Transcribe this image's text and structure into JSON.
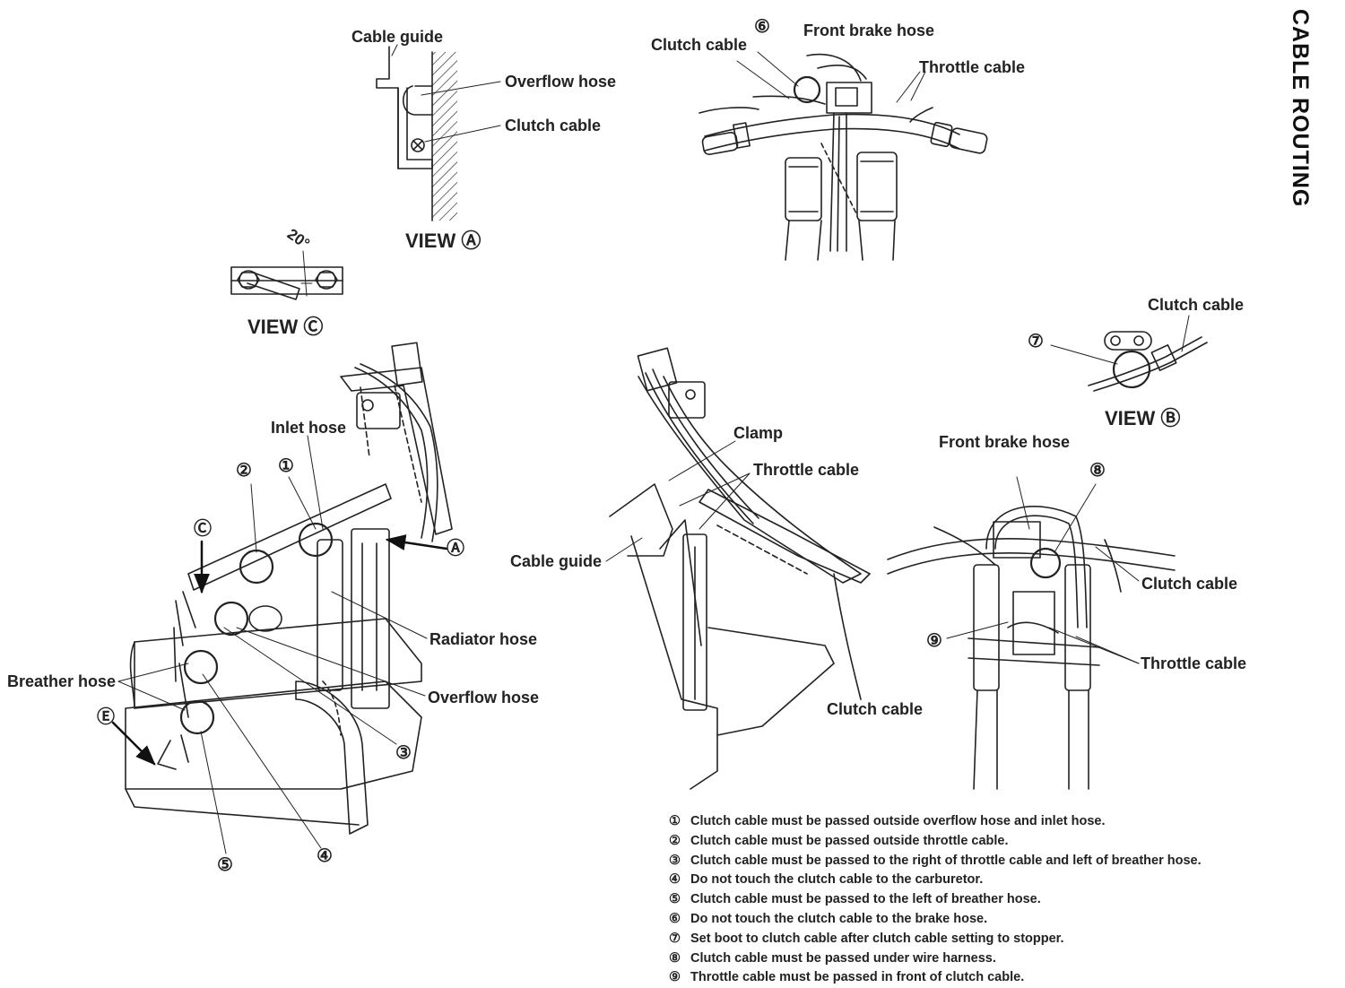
{
  "title": "CABLE ROUTING",
  "labels": {
    "cable_guide_a": "Cable guide",
    "overflow_hose_a": "Overflow hose",
    "clutch_cable_a": "Clutch cable",
    "view_a": "VIEW Ⓐ",
    "clutch_cable_top": "Clutch cable",
    "front_brake_hose_top": "Front brake hose",
    "throttle_cable_top": "Throttle cable",
    "angle_c": "20°",
    "view_c": "VIEW Ⓒ",
    "clutch_cable_b": "Clutch cable",
    "view_b": "VIEW Ⓑ",
    "inlet_hose": "Inlet hose",
    "radiator_hose": "Radiator hose",
    "overflow_hose_left": "Overflow hose",
    "breather_hose": "Breather hose",
    "clamp": "Clamp",
    "throttle_cable_mid": "Throttle cable",
    "cable_guide_mid": "Cable guide",
    "clutch_cable_mid": "Clutch cable",
    "front_brake_hose_right": "Front brake hose",
    "clutch_cable_right": "Clutch cable",
    "throttle_cable_right": "Throttle cable"
  },
  "markers": {
    "m1": "①",
    "m2": "②",
    "m3": "③",
    "m4": "④",
    "m5": "⑤",
    "m6": "⑥",
    "m7": "⑦",
    "m8": "⑧",
    "m9": "⑨",
    "a": "Ⓐ",
    "c": "Ⓒ",
    "e": "Ⓔ"
  },
  "notes": [
    {
      "num": "①",
      "text": "Clutch cable must be passed outside overflow hose and inlet hose."
    },
    {
      "num": "②",
      "text": "Clutch cable must be passed outside throttle cable."
    },
    {
      "num": "③",
      "text": "Clutch cable must be passed to the right of throttle cable and left of breather hose."
    },
    {
      "num": "④",
      "text": "Do not touch the clutch cable to the carburetor."
    },
    {
      "num": "⑤",
      "text": "Clutch cable must be passed to the left of breather hose."
    },
    {
      "num": "⑥",
      "text": "Do not touch the clutch cable to the brake hose."
    },
    {
      "num": "⑦",
      "text": "Set boot to clutch cable after clutch cable setting to stopper."
    },
    {
      "num": "⑧",
      "text": "Clutch cable must be passed under wire harness."
    },
    {
      "num": "⑨",
      "text": "Throttle cable must be passed in front of clutch cable."
    }
  ]
}
